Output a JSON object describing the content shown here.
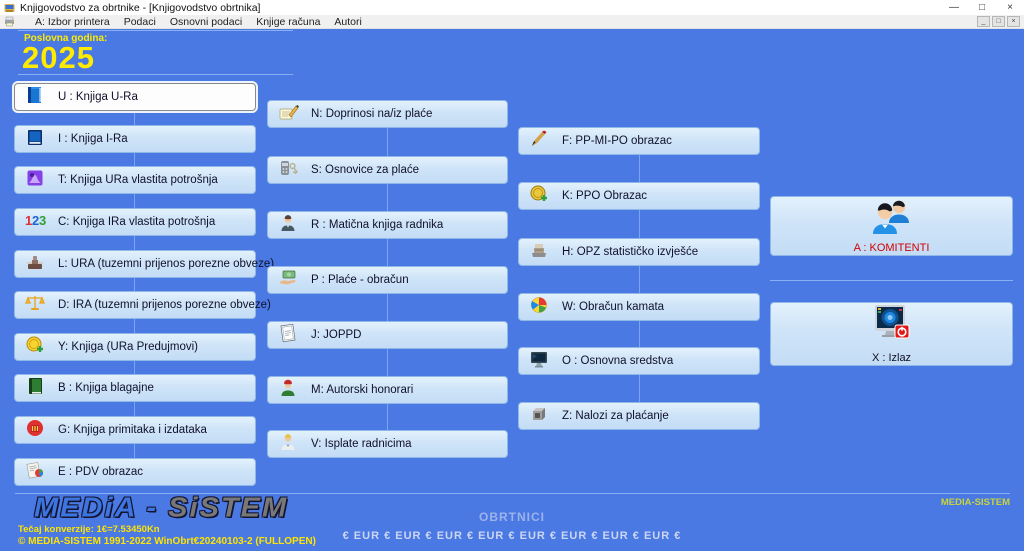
{
  "titlebar": {
    "title": "Knjigovodstvo za obrtnike - [Knjigovodstvo obrtnika]",
    "minimize": "—",
    "maximize": "□",
    "close": "×"
  },
  "menubar": {
    "items": [
      "A: Izbor printera",
      "Podaci",
      "Osnovni podaci",
      "Knjige računa",
      "Autori"
    ],
    "mdi_minimize": "_",
    "mdi_restore": "□",
    "mdi_close": "×"
  },
  "year_panel": {
    "label": "Poslovna godina:",
    "year": "2025"
  },
  "buttons": {
    "col1": [
      {
        "label": "U : Knjiga U-Ra",
        "icon": "book-blue-icon"
      },
      {
        "label": "I : Knjiga I-Ra",
        "icon": "book-navy-icon"
      },
      {
        "label": "T: Knjiga URa vlastita potrošnja",
        "icon": "purple-app-icon"
      },
      {
        "label": "C: Knjiga IRa vlastita potrošnja",
        "icon": "numbers-123-icon"
      },
      {
        "label": "L: URA (tuzemni prijenos porezne obveze)",
        "icon": "stamp-icon"
      },
      {
        "label": "D: IRA (tuzemni prijenos porezne obveze)",
        "icon": "scales-icon"
      },
      {
        "label": "Y: Knjiga (URa Predujmovi)",
        "icon": "coin-plus-icon"
      },
      {
        "label": "B : Knjiga blagajne",
        "icon": "book-green-icon"
      },
      {
        "label": "G: Knjiga primitaka i izdataka",
        "icon": "red-ledger-icon"
      },
      {
        "label": "E : PDV obrazac",
        "icon": "document-pie-icon"
      }
    ],
    "col2": [
      {
        "label": "N: Doprinosi na/iz plaće",
        "icon": "notepad-pencil-icon"
      },
      {
        "label": "S: Osnovice za plaće",
        "icon": "calculator-key-icon"
      },
      {
        "label": "R : Matična knjiga radnika",
        "icon": "worker-person-icon"
      },
      {
        "label": "P : Plaće - obračun",
        "icon": "money-hand-icon"
      },
      {
        "label": "J: JOPPD",
        "icon": "joppd-document-icon"
      },
      {
        "label": "M: Autorski honorari",
        "icon": "author-person-icon"
      },
      {
        "label": "V: Isplate radnicima",
        "icon": "payout-person-icon"
      }
    ],
    "col3": [
      {
        "label": "F: PP-MI-PO obrazac",
        "icon": "pen-form-icon"
      },
      {
        "label": "K: PPO Obrazac",
        "icon": "gold-coin-plus-icon"
      },
      {
        "label": "H: OPZ statističko izvješće",
        "icon": "register-icon"
      },
      {
        "label": "W: Obračun kamata",
        "icon": "pie-disc-icon"
      },
      {
        "label": "O : Osnovna sredstva",
        "icon": "monitor-icon"
      },
      {
        "label": "Z: Nalozi za plaćanje",
        "icon": "gray-device-icon"
      }
    ],
    "komitenti": {
      "label": "A : KOMITENTI",
      "icon": "people-icon"
    },
    "izlaz": {
      "label": "X : Izlaz",
      "icon": "monitor-power-icon"
    }
  },
  "footer": {
    "logo_left": "MEDiA",
    "logo_dash": " - ",
    "logo_right": "SiSTEM",
    "exchange_rate": "Tečaj konverzije: 1€=7.53450Kn",
    "copyright": "© MEDIA-SISTEM 1991-2022 WinObrt€20240103-2 (FULLOPEN)",
    "center_title": "OBRTNICI",
    "eur_line": "€ EUR € EUR € EUR € EUR € EUR € EUR € EUR € EUR €",
    "brand_right": "MEDIA-SISTEM"
  },
  "colors": {
    "background": "#4a79e4",
    "button_fill": "#cfe4f8",
    "year_text": "#ffeb00",
    "komitenti_text": "#d40000",
    "footer_yellow": "#ffe400"
  }
}
